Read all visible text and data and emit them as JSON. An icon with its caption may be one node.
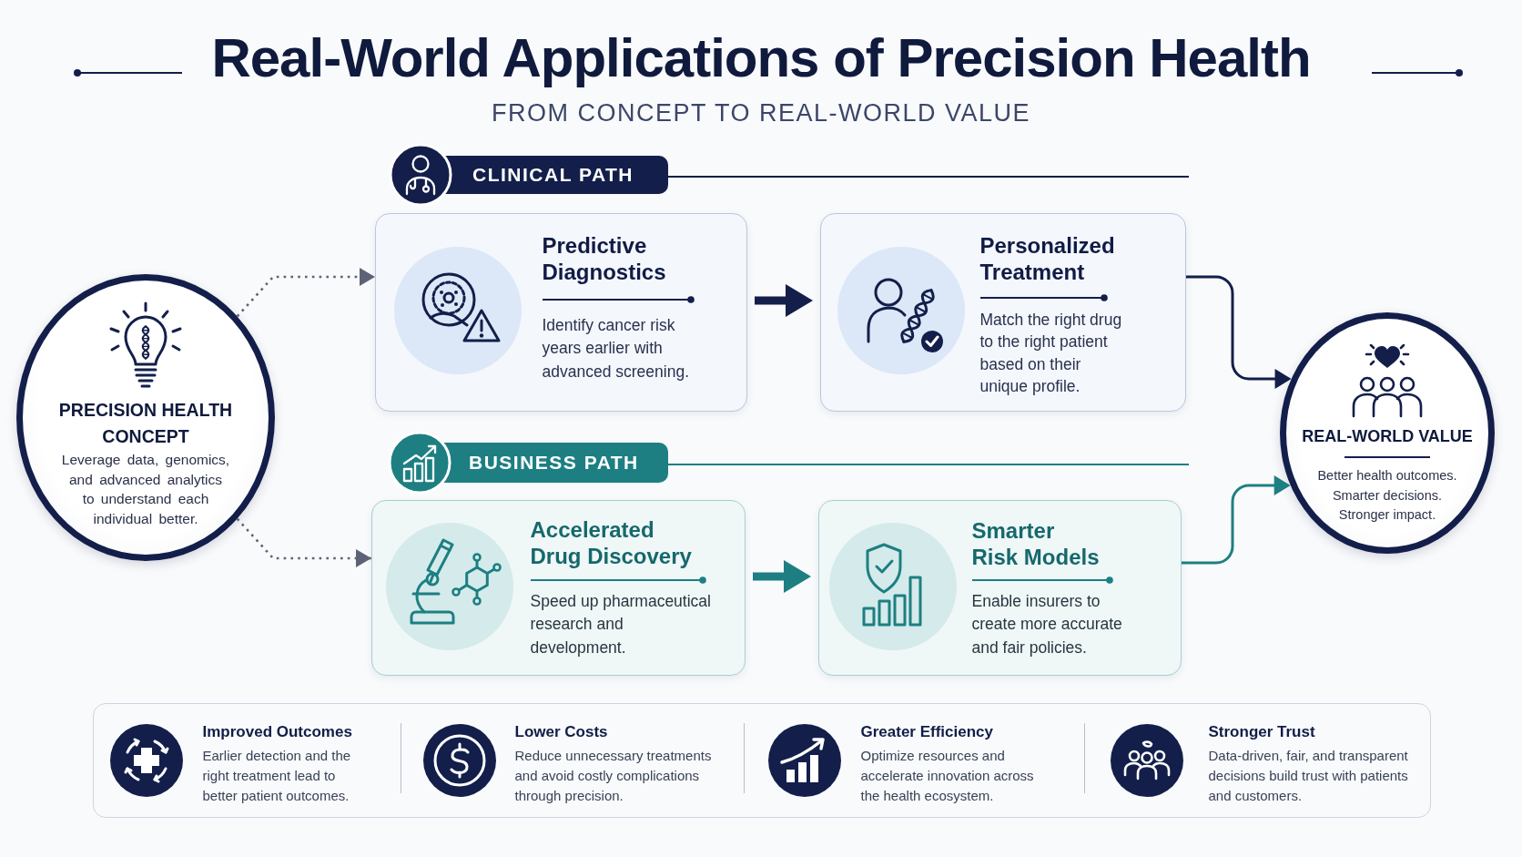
{
  "diagram": {
    "title": "Real-World Applications of Precision Health",
    "nodes": [
      {
        "text": [
          "PRECISION HEALTH CONCEPT",
          "Leverage data, genomics, and advanced analytics to understand each individual better."
        ]
      },
      {
        "text": [
          "CLINICAL PATH"
        ]
      },
      {
        "text": [
          "Predictive Diagnostics",
          "Identify cancer risk years earlier with advanced screening."
        ]
      },
      {
        "text": [
          "Personalized Treatment",
          "Match the right drug to the right patient based on their unique profile."
        ]
      },
      {
        "text": [
          "BUSINESS PATH"
        ]
      },
      {
        "text": [
          "Accelerated Drug Discovery",
          "Speed up pharmaceutical research and development."
        ]
      },
      {
        "text": [
          "Smarter Risk Models",
          "Enable insurers to create more accurate and fair policies."
        ]
      },
      {
        "text": [
          "REAL-WORLD VALUE",
          "Better health outcomes. Smarter decisions. Stronger impact."
        ]
      },
      {
        "text": [
          "Improved Outcomes",
          "Earlier detection and the right treatment lead to better patient outcomes.",
          "Lower Costs",
          "Reduce unnecessary treatments and avoid costly complications through precision.",
          "Greater Efficiency",
          "Optimize resources and accelerate innovation across the health ecosystem.",
          "Stronger Trust",
          "Data-driven, fair, and transparent decisions build trust with patients and customers."
        ]
      }
    ],
    "edges": [
      {
        "from": 0,
        "to": 2,
        "arrow": "to",
        "style": "dashed",
        "color": "#5c6376"
      },
      {
        "from": 0,
        "to": 5,
        "arrow": "to",
        "style": "dashed",
        "color": "#5c6376"
      },
      {
        "from": 2,
        "to": 3,
        "arrow": "to",
        "style": "thick"
      },
      {
        "from": 5,
        "to": 6,
        "arrow": "to",
        "style": "thick",
        "color": "#1d7f82"
      },
      {
        "from": 3,
        "to": 7,
        "arrow": "to"
      },
      {
        "from": 6,
        "to": 7,
        "arrow": "to",
        "color": "#1d7f82"
      }
    ],
    "labels": [
      "FROM CONCEPT TO REAL-WORLD VALUE"
    ]
  }
}
